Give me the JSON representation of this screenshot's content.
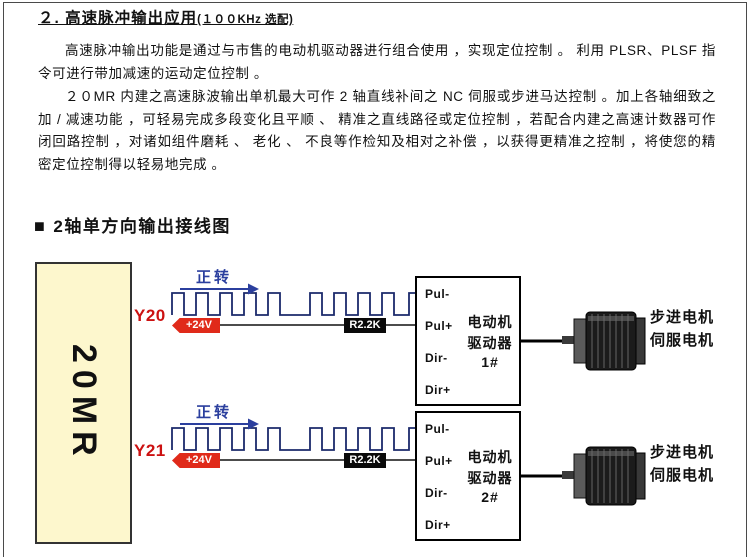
{
  "page": {
    "title": "２. 高速脉冲输出应用",
    "title_suffix": "(１００KHz 选配)",
    "paragraphs": {
      "p1": "高速脉冲输出功能是通过与市售的电动机驱动器进行组合使用 ，实现定位控制 。 利用 PLSR、PLSF 指令可进行带加减速的运动定位控制 。",
      "p2": "２０MR 内建之高速脉波输出单机最大可作 2 轴直线补间之 NC 伺服或步进马达控制 。加上各轴细致之加 / 减速功能 ，可轻易完成多段变化且平顺 、 精准之直线路径或定位控制 ，若配合内建之高速计数器可作闭回路控制 ，对诸如组件磨耗 、 老化 、 不良等作检知及相对之补偿 ，以获得更精准之控制 ，将使您的精密定位控制得以轻易地完成 。"
    },
    "section_bullet": "■",
    "section_heading": "2轴单方向输出接线图"
  },
  "diagram": {
    "plc_label": "20MR",
    "colors": {
      "output_red": "#cc1111",
      "direction_blue": "#2b3f9e",
      "supply_tag_red": "#e02a1a",
      "plc_yellow": "#fdf7cd",
      "pulse_navy": "#1b2a6b"
    },
    "channels": [
      {
        "output": "Y20",
        "direction_label": "正转",
        "supply_label": "+24V",
        "resistor_label": "R2.2K",
        "driver": {
          "terminals": [
            "Pul-",
            "Pul+",
            "Dir-",
            "Dir+"
          ],
          "name_line1": "电动机",
          "name_line2": "驱动器",
          "number": "1#"
        },
        "motor_label_line1": "步进电机",
        "motor_label_line2": "伺服电机"
      },
      {
        "output": "Y21",
        "direction_label": "正转",
        "supply_label": "+24V",
        "resistor_label": "R2.2K",
        "driver": {
          "terminals": [
            "Pul-",
            "Pul+",
            "Dir-",
            "Dir+"
          ],
          "name_line1": "电动机",
          "name_line2": "驱动器",
          "number": "2#"
        },
        "motor_label_line1": "步进电机",
        "motor_label_line2": "伺服电机"
      }
    ]
  }
}
